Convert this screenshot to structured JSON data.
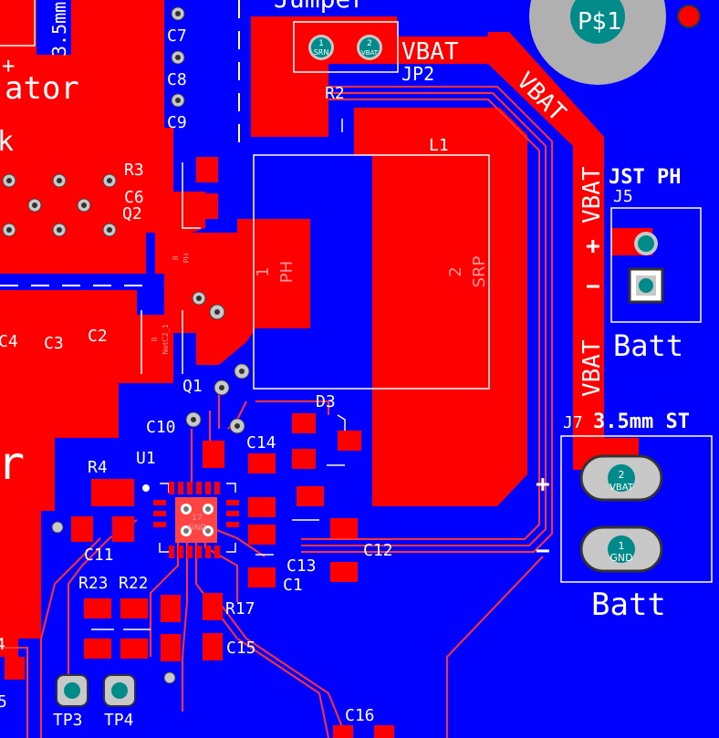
{
  "colors": {
    "board": "#0000ff",
    "copper": "#ff0000",
    "trace": "#ff3333",
    "silkscreen": "#ffffff",
    "via": "#c0c0c0",
    "pad_teal": "#008a8a",
    "mount_hole": "#b0b0b0"
  },
  "labels": {
    "jumper": "Jumper",
    "vbat_jp2": "VBAT",
    "jp2": "JP2",
    "r2": "R2",
    "l1": "L1",
    "vbat_diag": "VBAT",
    "vbat_v1": "VBAT",
    "vbat_v2": "VBAT",
    "jst_ph": "JST PH",
    "j5": "J5",
    "batt1": "Batt",
    "j7": "J7",
    "j7_desc": "3.5mm ST",
    "batt2": "Batt",
    "plus1": "+",
    "minus1": "−",
    "plus2": "+",
    "minus2": "−",
    "ps1": "P$1",
    "c7": "C7",
    "c8": "C8",
    "c9": "C9",
    "r3": "R3",
    "c6": "C6",
    "q2": "Q2",
    "c4": "C4",
    "c3": "C3",
    "c2": "C2",
    "q1": "Q1",
    "c10": "C10",
    "d3": "D3",
    "c14": "C14",
    "u1": "U1",
    "r4": "R4",
    "c11": "C11",
    "c13": "C13",
    "c12": "C12",
    "c1": "C1",
    "r23": "R23",
    "r22": "R22",
    "r17": "R17",
    "c15": "C15",
    "tp3": "TP3",
    "tp4": "TP4",
    "c16": "C16",
    "ator": "ator",
    "r_big": "r",
    "mm": "3.5mm",
    "frag_plus": "+",
    "frag_k": "k",
    "frag_4": "4",
    "frag_5": "5"
  },
  "pads": {
    "jp2_1_num": "1",
    "jp2_1_name": "SRN",
    "jp2_2_num": "2",
    "jp2_2_name": "VBAT",
    "j7_2_num": "2",
    "j7_2_name": "VBAT",
    "j7_1_num": "1",
    "j7_1_name": "GND",
    "u1_17_num": "17",
    "u1_17_name": "GND",
    "l1_1_num": "1",
    "l1_1_name": "PH",
    "l1_2_num": "2",
    "l1_2_name": "SRP",
    "q2_8_num": "8",
    "q2_8_name": "PH",
    "q1_8_num": "8",
    "q1_8_name": "NetC2_1"
  }
}
